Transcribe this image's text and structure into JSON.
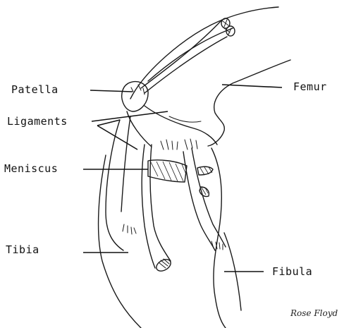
{
  "labels": {
    "patella": "Patella",
    "ligaments": "Ligaments",
    "meniscus": "Meniscus",
    "tibia": "Tibia",
    "femur": "Femur",
    "fibula": "Fibula"
  },
  "signature": "Rose Floyd",
  "colors": {
    "ink": "#1a1a1a",
    "background": "#ffffff"
  }
}
